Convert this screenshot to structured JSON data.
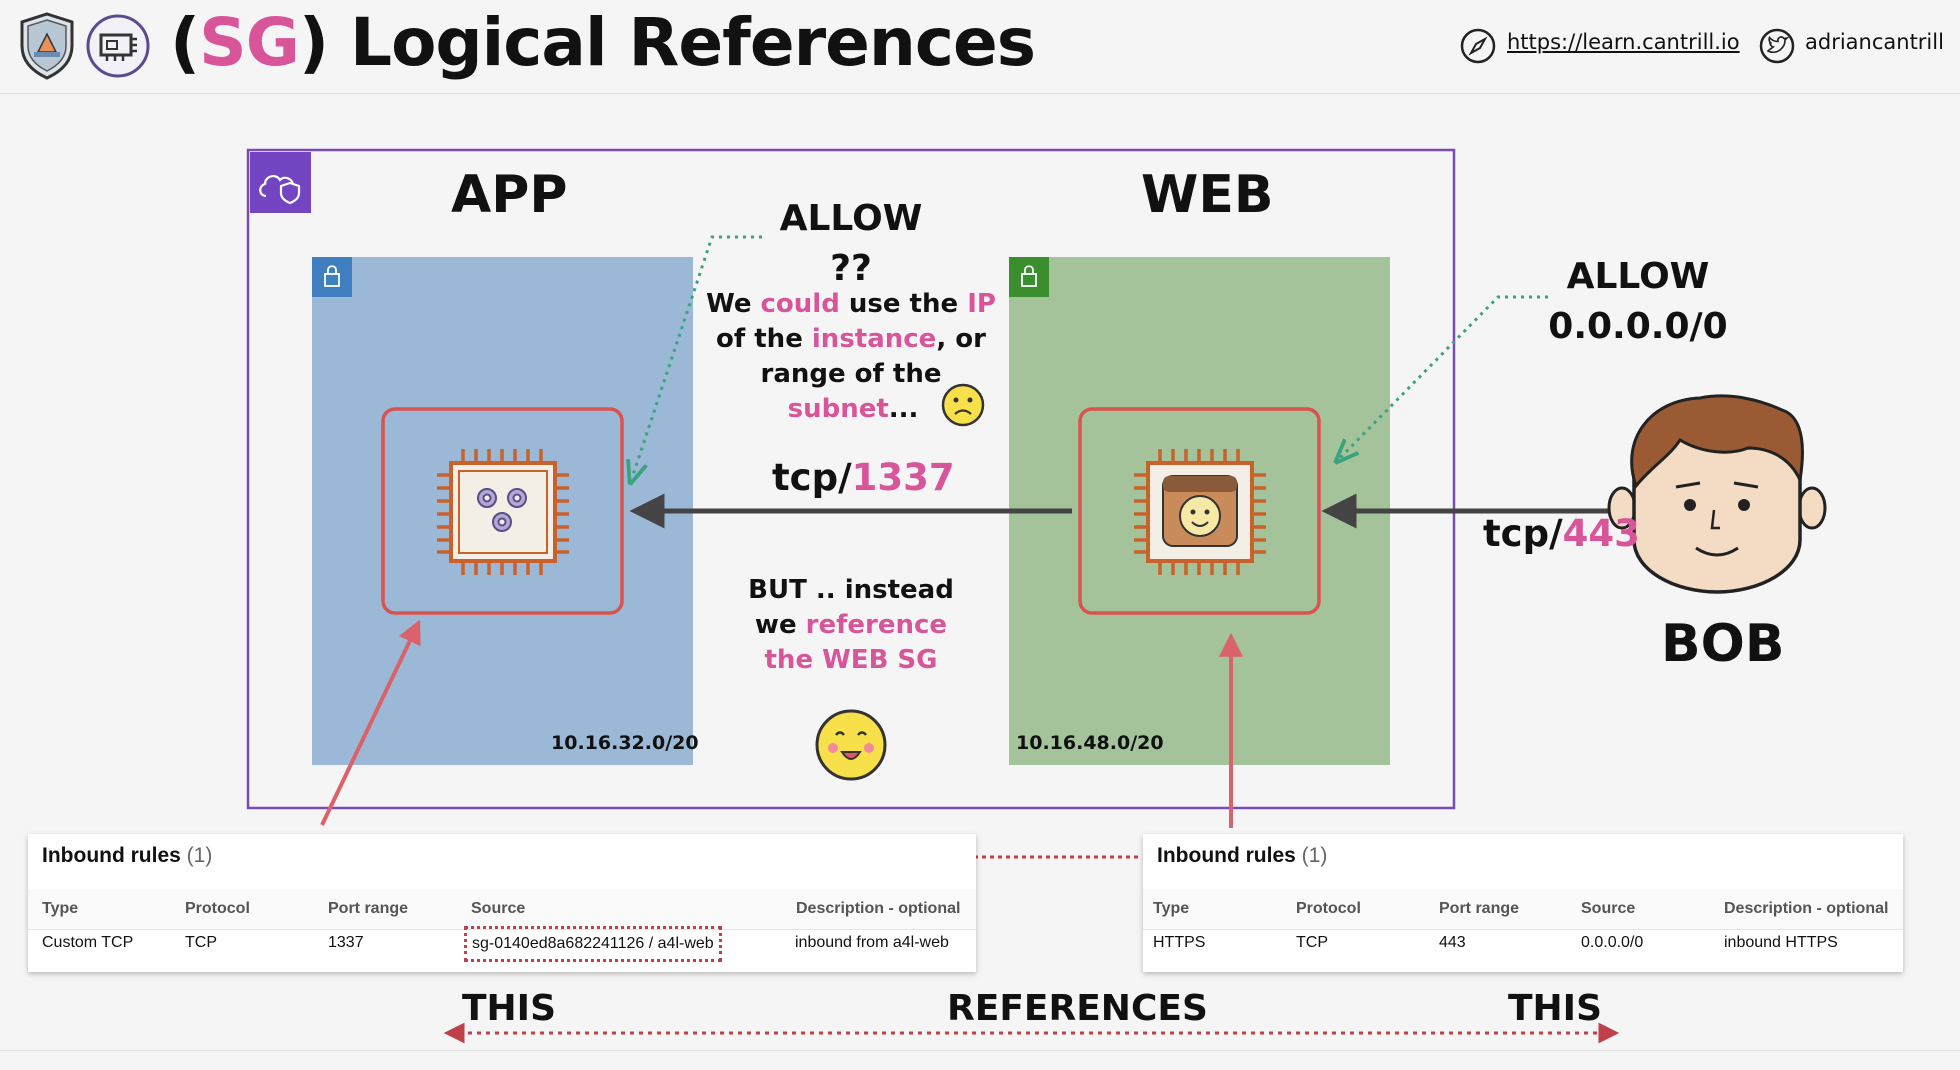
{
  "header": {
    "title_open": "(",
    "title_sg": "SG",
    "title_rest": ") Logical References",
    "link_url": "https://learn.cantrill.io",
    "twitter_handle": "adriancantrill"
  },
  "diagram": {
    "app_label": "APP",
    "web_label": "WEB",
    "app_cidr": "10.16.32.0/20",
    "web_cidr": "10.16.48.0/20",
    "allow_top_line1": "ALLOW",
    "allow_top_line2": "??",
    "note_top": {
      "l1_a": "We ",
      "l1_b": "could",
      "l1_c": " use the ",
      "l1_d": "IP",
      "l2_a": "of the ",
      "l2_b": "instance",
      "l2_c": ", or",
      "l3": "range of the",
      "l4_a": "subnet",
      "l4_b": "..."
    },
    "tcp_app_prefix": "tcp/",
    "tcp_app_port": "1337",
    "tcp_web_prefix": "tcp/",
    "tcp_web_port": "443",
    "allow_right_line1": "ALLOW",
    "allow_right_line2": "0.0.0.0/0",
    "note_bottom": {
      "l1": "BUT .. instead",
      "l2_a": "we ",
      "l2_b": "reference",
      "l3": "the WEB SG"
    },
    "bob_label": "BOB"
  },
  "app_rules": {
    "title": "Inbound rules",
    "count": "(1)",
    "columns": [
      "Type",
      "Protocol",
      "Port range",
      "Source",
      "Description - optional"
    ],
    "row": [
      "Custom TCP",
      "TCP",
      "1337",
      "sg-0140ed8a682241126 / a4l-web",
      "inbound from a4l-web"
    ]
  },
  "web_rules": {
    "title": "Inbound rules",
    "count": "(1)",
    "columns": [
      "Type",
      "Protocol",
      "Port range",
      "Source",
      "Description - optional"
    ],
    "row": [
      "HTTPS",
      "TCP",
      "443",
      "0.0.0.0/0",
      "inbound HTTPS"
    ]
  },
  "footer": {
    "left": "THIS",
    "middle": "REFERENCES",
    "right": "THIS"
  },
  "colors": {
    "accent_pink": "#d9559a",
    "sg_border": "#7b4bb5",
    "app_subnet": "#9bb9d6",
    "web_subnet": "#a4c39a",
    "instance_border": "#d9534f",
    "chip": "#c8622a",
    "arrow_red": "#d9626b",
    "dotted_green": "#3aa37e"
  }
}
